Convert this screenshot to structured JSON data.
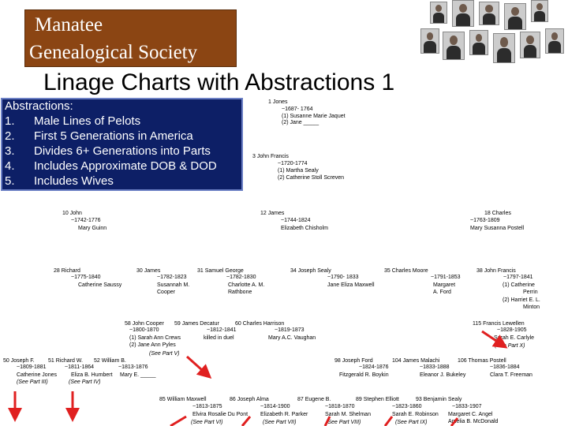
{
  "banner": {
    "line1": "Manatee",
    "line2": "Genealogical Society"
  },
  "title": "Linage Charts with Abstractions 1",
  "abstractions": {
    "heading": "Abstractions:",
    "items": [
      {
        "num": "1.",
        "text": "Male Lines of Pelots"
      },
      {
        "num": "2.",
        "text": "First 5 Generations in America"
      },
      {
        "num": "3.",
        "text": "Divides 6+ Generations into Parts"
      },
      {
        "num": "4.",
        "text": "Includes Approximate DOB & DOD"
      },
      {
        "num": "5.",
        "text": "Includes Wives"
      }
    ]
  },
  "photos": [
    {
      "name": "portrait-1"
    },
    {
      "name": "portrait-2"
    },
    {
      "name": "portrait-3"
    },
    {
      "name": "portrait-4"
    },
    {
      "name": "portrait-5"
    },
    {
      "name": "portrait-6"
    },
    {
      "name": "portrait-7"
    },
    {
      "name": "portrait-8"
    },
    {
      "name": "portrait-9"
    },
    {
      "name": "portrait-10"
    },
    {
      "name": "portrait-11"
    }
  ],
  "chart": {
    "p1": {
      "name": "1 Jones",
      "dates": "~1687- 1764",
      "w1": "(1) Susanne Marie Jaquet",
      "w2": "(2) Jane _____"
    },
    "p3": {
      "name": "3 John Francis",
      "dates": "~1720-1774",
      "w1": "(1) Martha Sealy",
      "w2": "(2) Catherine Stoll Screven"
    },
    "p10": {
      "name": "10 John",
      "dates": "~1742-1776",
      "w1": "Mary Guinn"
    },
    "p12": {
      "name": "12 James",
      "dates": "~1744-1824",
      "w1": "Elizabeth Chisholm"
    },
    "p18": {
      "name": "18 Charles",
      "dates": "~1763-1809",
      "w1": "Mary Susanna Postell"
    },
    "p28": {
      "name": "28 Richard",
      "dates": "~1775-1840",
      "w1": "Catherine Saussy"
    },
    "p30": {
      "name": "30 James",
      "dates": "~1782-1823",
      "w1": "Susannah M.",
      "w2": "Cooper"
    },
    "p31": {
      "name": "31 Samuel George",
      "dates": "~1782-1830",
      "w1": "Charlotte A. M.",
      "w2": "Rathbone"
    },
    "p34": {
      "name": "34 Joseph Sealy",
      "dates": "~1790- 1833",
      "w1": "Jane Eliza Maxwell"
    },
    "p35": {
      "name": "35 Charles Moore",
      "dates": "~1791-1853",
      "w1": "Margaret",
      "w2": "A. Ford"
    },
    "p38": {
      "name": "38 John Francis",
      "dates": "~1797-1841",
      "w1": "(1) Catherine",
      "w2": "Perrin",
      "w3": "(2) Harriet E. L.",
      "w4": "Minton"
    },
    "p58": {
      "name": "58 John Cooper",
      "dates": "~1800-1870",
      "w1": "(1) Sarah Ann Crews",
      "w2": "(2) Jane Ann Pyles"
    },
    "p59": {
      "name": "59 James Decatur",
      "dates": "~1812-1841",
      "w1": "killed in duel"
    },
    "p60": {
      "name": "60 Charles Harrison",
      "dates": "~1819-1873",
      "w1": "Mary A.C. Vaughan"
    },
    "p115": {
      "name": "115 Francis Lewellen",
      "dates": "~1828-1905",
      "w1": "Sarah E. Carlyle"
    },
    "see_part_v": "(See Part V)",
    "see_part_x": "(See Part X)",
    "p50": {
      "name": "50 Joseph F.",
      "dates": "~1809-1881",
      "w1": "Catherine Jones",
      "ref": "(See Part III)"
    },
    "p51": {
      "name": "51 Richard W.",
      "dates": "~1811-1864",
      "w1": "Eliza B. Humbert",
      "ref": "(See Part IV)"
    },
    "p52": {
      "name": "52 William B.",
      "dates": "~1813-1876",
      "w1": "Mary E. _____"
    },
    "p98": {
      "name": "98 Joseph Ford",
      "dates": "~1824-1876",
      "w1": "Fitzgerald R. Boykin"
    },
    "p104": {
      "name": "104 James Malachi",
      "dates": "~1833-1888",
      "w1": "Eleanor J. Bukeley"
    },
    "p106": {
      "name": "106 Thomas Postell",
      "dates": "~1836-1884",
      "w1": "Clara T. Freeman"
    },
    "p85": {
      "name": "85 William Maxwell",
      "dates": "~1813-1875",
      "w1": "Elvira Rosalie Du Pont",
      "ref": "(See Part VI)"
    },
    "p86": {
      "name": "86 Joseph Alma",
      "dates": "~1814-1900",
      "w1": "Elizabeth R. Parker",
      "ref": "(See Part VII)"
    },
    "p87": {
      "name": "87 Eugene B.",
      "dates": "~1818-1870",
      "w1": "Sarah M. Shelman",
      "ref": "(See Part VIII)"
    },
    "p89": {
      "name": "89 Stephen Elliott",
      "dates": "~1823-1860",
      "w1": "Sarah E. Robinson",
      "ref": "(See Part IX)"
    },
    "p93": {
      "name": "93 Benjamin Sealy",
      "dates": "~1833-1907",
      "w1": "Margaret C. Angel",
      "w2": "Amelia B. McDonald"
    }
  },
  "colors": {
    "banner": "#8b4513",
    "abstract_bg": "#0d1f66",
    "arrow": "#e02020"
  }
}
